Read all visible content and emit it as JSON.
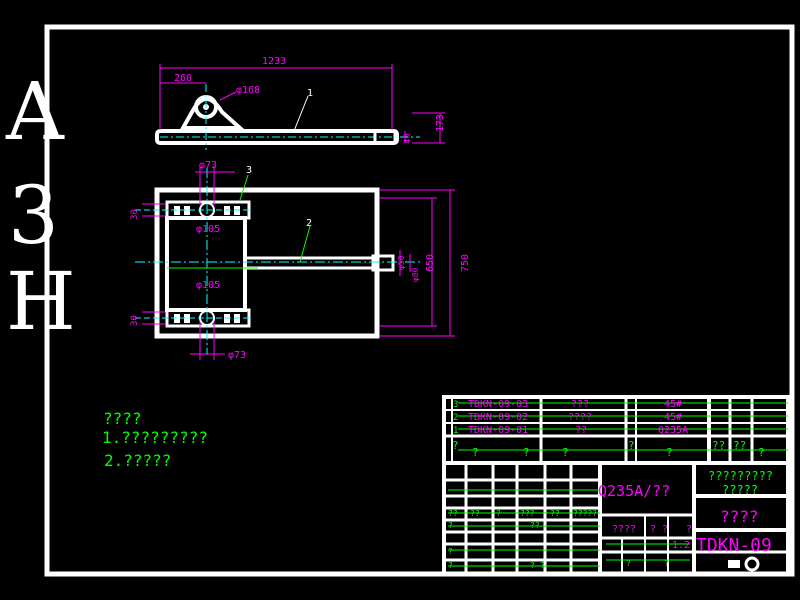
{
  "sheet": {
    "size_letters": [
      "A",
      "3",
      "H"
    ]
  },
  "side_view": {
    "overall_length": "1233",
    "offset": "260",
    "hole_dia": "φ168",
    "item_label": "1",
    "height": "173",
    "small": "40"
  },
  "top_view": {
    "top_dia": "φ73",
    "bottom_dia": "φ73",
    "item3": "3",
    "item2": "2",
    "side_top": "30",
    "side_bottom": "30",
    "inner_dia_top": "φ105",
    "inner_dia_bottom": "φ105",
    "width_outer": "750",
    "width_inner": "650",
    "slot_a": "φ50",
    "slot_b": "φ80"
  },
  "notes": {
    "title": "????",
    "line1": "1.?????????",
    "line2": "2.?????"
  },
  "title_block": {
    "bom": [
      {
        "no": "3",
        "code": "TDKN-09-03",
        "name": "???",
        "qty": "",
        "material": "45#"
      },
      {
        "no": "2",
        "code": "TDKN-09-02",
        "name": "????",
        "qty": "",
        "material": "45#"
      },
      {
        "no": "1",
        "code": "TDKN-09-01",
        "name": "??",
        "qty": "",
        "material": "Q235A"
      }
    ],
    "header_marks": [
      "?",
      "?",
      "?",
      "?",
      "?",
      "?",
      "??",
      "??",
      "?"
    ],
    "material_spec": "Q235A/??",
    "company": "?????????",
    "company2": "?????",
    "drawing_name": "????",
    "drawing_no": "TDKN-09",
    "scale_marks": [
      "????",
      "?",
      "?",
      "?",
      "1:2"
    ],
    "small_marks": [
      "??",
      "??",
      "?",
      "???",
      "??",
      "?????",
      "?",
      "??",
      "?",
      "?",
      "?",
      "?",
      "?",
      "?"
    ]
  }
}
